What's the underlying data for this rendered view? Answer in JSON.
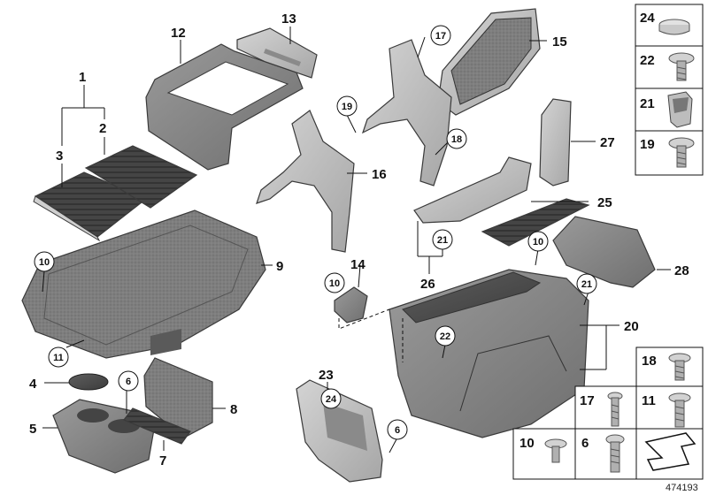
{
  "diagram": {
    "catalog_number": "474193",
    "part_labels": [
      {
        "id": "p1",
        "text": "1"
      },
      {
        "id": "p2",
        "text": "2"
      },
      {
        "id": "p3",
        "text": "3"
      },
      {
        "id": "p4",
        "text": "4"
      },
      {
        "id": "p5",
        "text": "5"
      },
      {
        "id": "p7",
        "text": "7"
      },
      {
        "id": "p8",
        "text": "8"
      },
      {
        "id": "p9",
        "text": "9"
      },
      {
        "id": "p12",
        "text": "12"
      },
      {
        "id": "p13",
        "text": "13"
      },
      {
        "id": "p14",
        "text": "14"
      },
      {
        "id": "p15",
        "text": "15"
      },
      {
        "id": "p16",
        "text": "16"
      },
      {
        "id": "p20",
        "text": "20"
      },
      {
        "id": "p23",
        "text": "23"
      },
      {
        "id": "p25",
        "text": "25"
      },
      {
        "id": "p26",
        "text": "26"
      },
      {
        "id": "p27",
        "text": "27"
      },
      {
        "id": "p28",
        "text": "28"
      }
    ],
    "circled_refs": [
      {
        "id": "c17",
        "text": "17"
      },
      {
        "id": "c19",
        "text": "19"
      },
      {
        "id": "c18",
        "text": "18"
      },
      {
        "id": "c10a",
        "text": "10"
      },
      {
        "id": "c11",
        "text": "11"
      },
      {
        "id": "c10b",
        "text": "10"
      },
      {
        "id": "c21a",
        "text": "21"
      },
      {
        "id": "c10c",
        "text": "10"
      },
      {
        "id": "c21b",
        "text": "21"
      },
      {
        "id": "c22",
        "text": "22"
      },
      {
        "id": "c6a",
        "text": "6"
      },
      {
        "id": "c24",
        "text": "24"
      },
      {
        "id": "c6b",
        "text": "6"
      }
    ],
    "fastener_table_right": [
      {
        "id": "t24",
        "text": "24",
        "icon": "cap-icon"
      },
      {
        "id": "t22",
        "text": "22",
        "icon": "screw-icon"
      },
      {
        "id": "t21",
        "text": "21",
        "icon": "clip-icon"
      },
      {
        "id": "t19",
        "text": "19",
        "icon": "screw-icon"
      }
    ],
    "fastener_table_bottom": [
      {
        "id": "b18",
        "text": "18",
        "icon": "screw-icon"
      },
      {
        "id": "b17",
        "text": "17",
        "icon": "bolt-icon"
      },
      {
        "id": "b11",
        "text": "11",
        "icon": "bolt-icon"
      },
      {
        "id": "b10",
        "text": "10",
        "icon": "rivet-icon"
      },
      {
        "id": "b6",
        "text": "6",
        "icon": "bolt-icon"
      }
    ]
  }
}
